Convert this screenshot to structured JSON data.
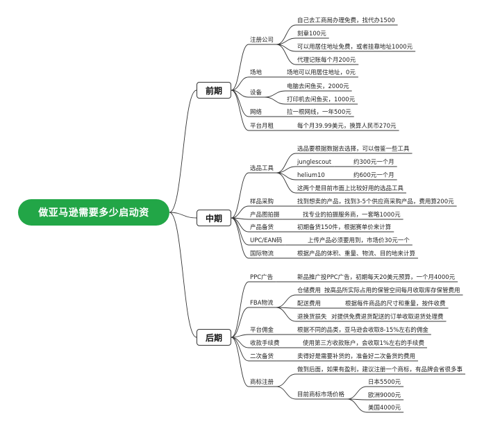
{
  "root": {
    "label": "做亚马逊需要多少启动资"
  },
  "phases": [
    {
      "label": "前期"
    },
    {
      "label": "中期"
    },
    {
      "label": "后期"
    }
  ],
  "nodes": [
    {
      "id": "zhuce",
      "label": "注册公司"
    },
    {
      "id": "zhuce-1",
      "label": "自己去工商局办理免费，找代办1500"
    },
    {
      "id": "zhuce-2",
      "label": "刻章100元"
    },
    {
      "id": "zhuce-3",
      "label": "可以用居住地址免费，或者挂靠地址1000元"
    },
    {
      "id": "zhuce-4",
      "label": "代理记账每个月200元"
    },
    {
      "id": "changdi",
      "label": "场地"
    },
    {
      "id": "changdi-1",
      "label": "场地可以用居住地址，0元"
    },
    {
      "id": "shebei",
      "label": "设备"
    },
    {
      "id": "shebei-1",
      "label": "电脑去闲鱼买，2000元"
    },
    {
      "id": "shebei-2",
      "label": "打印机去闲鱼买，1000元"
    },
    {
      "id": "wangluo",
      "label": "网络"
    },
    {
      "id": "wangluo-1",
      "label": "拉一根网线，一年500元"
    },
    {
      "id": "yuezu",
      "label": "平台月租"
    },
    {
      "id": "yuezu-1",
      "label": "每个月39.99美元，换算人民币270元"
    },
    {
      "id": "xuanpin",
      "label": "选品工具"
    },
    {
      "id": "xuanpin-1",
      "label": "选品要根据数据去选择，可以借鉴一些工具"
    },
    {
      "id": "xuanpin-2",
      "label": "junglescout"
    },
    {
      "id": "xuanpin-2v",
      "label": "约300元一个月"
    },
    {
      "id": "xuanpin-3",
      "label": "helium10"
    },
    {
      "id": "xuanpin-3v",
      "label": "约600元一个月"
    },
    {
      "id": "xuanpin-4",
      "label": "这两个是目前市面上比较好用的选品工具"
    },
    {
      "id": "yangpin",
      "label": "样品采购"
    },
    {
      "id": "yangpin-1",
      "label": "找到想卖的产品，找到3-5个供应商采购产品，费用算200元"
    },
    {
      "id": "paishe",
      "label": "产品图拍摄"
    },
    {
      "id": "paishe-1",
      "label": "找专业的拍摄服务商，一套略1000元"
    },
    {
      "id": "beihuo",
      "label": "产品备货"
    },
    {
      "id": "beihuo-1",
      "label": "初期备货150件，根据赛单价来计算"
    },
    {
      "id": "upc",
      "label": "UPC/EAN码"
    },
    {
      "id": "upc-1",
      "label": "上传产品必须要用到，市场价30元一个"
    },
    {
      "id": "wuliu",
      "label": "国际物流"
    },
    {
      "id": "wuliu-1",
      "label": "根据产品的体积、重量、物流、目的地来计算"
    },
    {
      "id": "ppc",
      "label": "PPC广告"
    },
    {
      "id": "ppc-1",
      "label": "新品推广投PPC广告，初期每天20美元预算，一个月4000元"
    },
    {
      "id": "fba",
      "label": "FBA物流"
    },
    {
      "id": "fba-1",
      "label": "仓储费用"
    },
    {
      "id": "fba-1v",
      "label": "按高品所实际占用的保管空间每月收取库存保管费用"
    },
    {
      "id": "fba-2",
      "label": "配送费用"
    },
    {
      "id": "fba-2v",
      "label": "根据每件商品的尺寸和重量，按件收费"
    },
    {
      "id": "fba-3",
      "label": "退换货损失"
    },
    {
      "id": "fba-3v",
      "label": "对提供免费退货配送的订单收取退货处理费"
    },
    {
      "id": "yongjin",
      "label": "平台佣金"
    },
    {
      "id": "yongjin-1",
      "label": "根据不同的品类，亚马逊会收取8-15%左右的佣金"
    },
    {
      "id": "shoukuan",
      "label": "收款手续费"
    },
    {
      "id": "shoukuan-1",
      "label": "使用第三方收款账户，会收取1%左右的手续费"
    },
    {
      "id": "erci",
      "label": "二次备货"
    },
    {
      "id": "erci-1",
      "label": "卖得好是需要补货的，准备好二次备货的费用"
    },
    {
      "id": "shangbiao",
      "label": "商标注册"
    },
    {
      "id": "shangbiao-1",
      "label": "做到后面，如果有盈利，建议注册一个商标，有品牌会省很多事"
    },
    {
      "id": "shangbiao-2",
      "label": "目前商标市场价格"
    },
    {
      "id": "shangbiao-2a",
      "label": "日本5500元"
    },
    {
      "id": "shangbiao-2b",
      "label": "欧洲9000元"
    },
    {
      "id": "shangbiao-2c",
      "label": "美国4000元"
    }
  ]
}
